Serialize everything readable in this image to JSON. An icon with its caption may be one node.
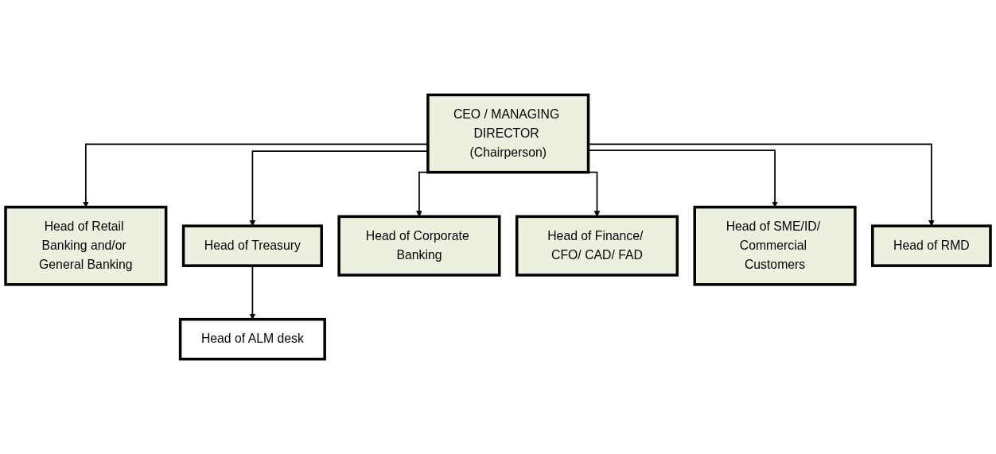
{
  "diagram": {
    "nodes": [
      {
        "text": [
          "CEO / MANAGING DIRECTOR (Chairperson)"
        ]
      },
      {
        "text": [
          "Head of Retail Banking and/or General Banking"
        ]
      },
      {
        "text": [
          "Head of Treasury"
        ]
      },
      {
        "text": [
          "Head of Corporate Banking"
        ]
      },
      {
        "text": [
          "Head of Finance/ CFO/ CAD/ FAD"
        ]
      },
      {
        "text": [
          "Head of SME/ID/ Commercial Customers"
        ]
      },
      {
        "text": [
          "Head of RMD"
        ]
      },
      {
        "text": [
          "Head of ALM desk"
        ]
      }
    ],
    "edges": [
      {
        "from": 0,
        "to": 1,
        "arrow": "to"
      },
      {
        "from": 0,
        "to": 2,
        "arrow": "to"
      },
      {
        "from": 0,
        "to": 3,
        "arrow": "to"
      },
      {
        "from": 0,
        "to": 4,
        "arrow": "to"
      },
      {
        "from": 0,
        "to": 5,
        "arrow": "to"
      },
      {
        "from": 0,
        "to": 6,
        "arrow": "to"
      },
      {
        "from": 2,
        "to": 7,
        "arrow": "to"
      }
    ]
  }
}
